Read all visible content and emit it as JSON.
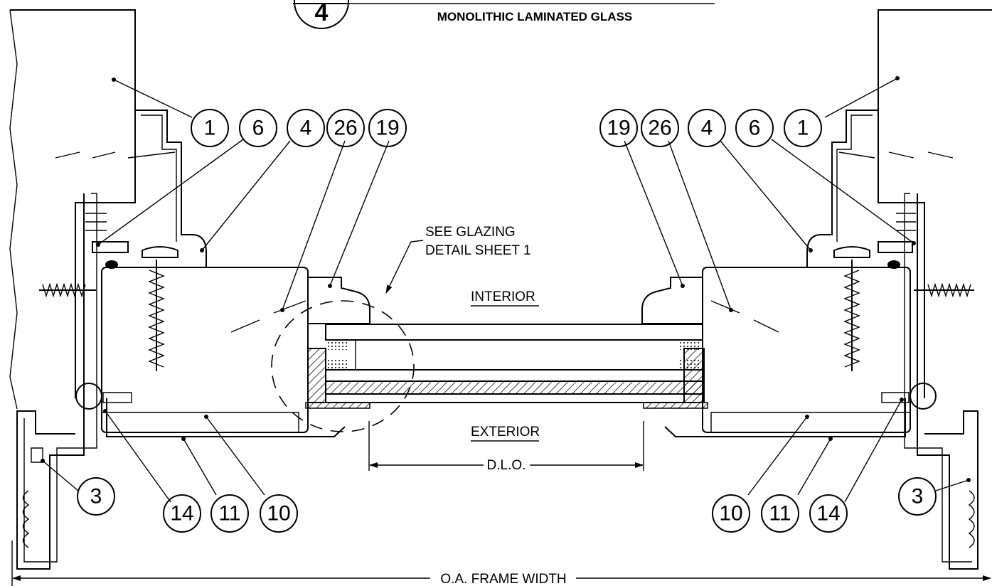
{
  "title_block": {
    "detail_number": "4",
    "title": "MONOLITHIC LAMINATED GLASS"
  },
  "callouts_left": [
    "1",
    "6",
    "4",
    "26",
    "19"
  ],
  "callouts_right": [
    "19",
    "26",
    "4",
    "6",
    "1"
  ],
  "callouts_bottom_left": [
    "3",
    "14",
    "11",
    "10"
  ],
  "callouts_bottom_right": [
    "10",
    "11",
    "14",
    "3"
  ],
  "notes": {
    "glazing_line1": "SEE GLAZING",
    "glazing_line2": "DETAIL SHEET 1",
    "interior": "INTERIOR",
    "exterior": "EXTERIOR",
    "dlo": "D.L.O.",
    "frame_width": "O.A. FRAME WIDTH"
  }
}
